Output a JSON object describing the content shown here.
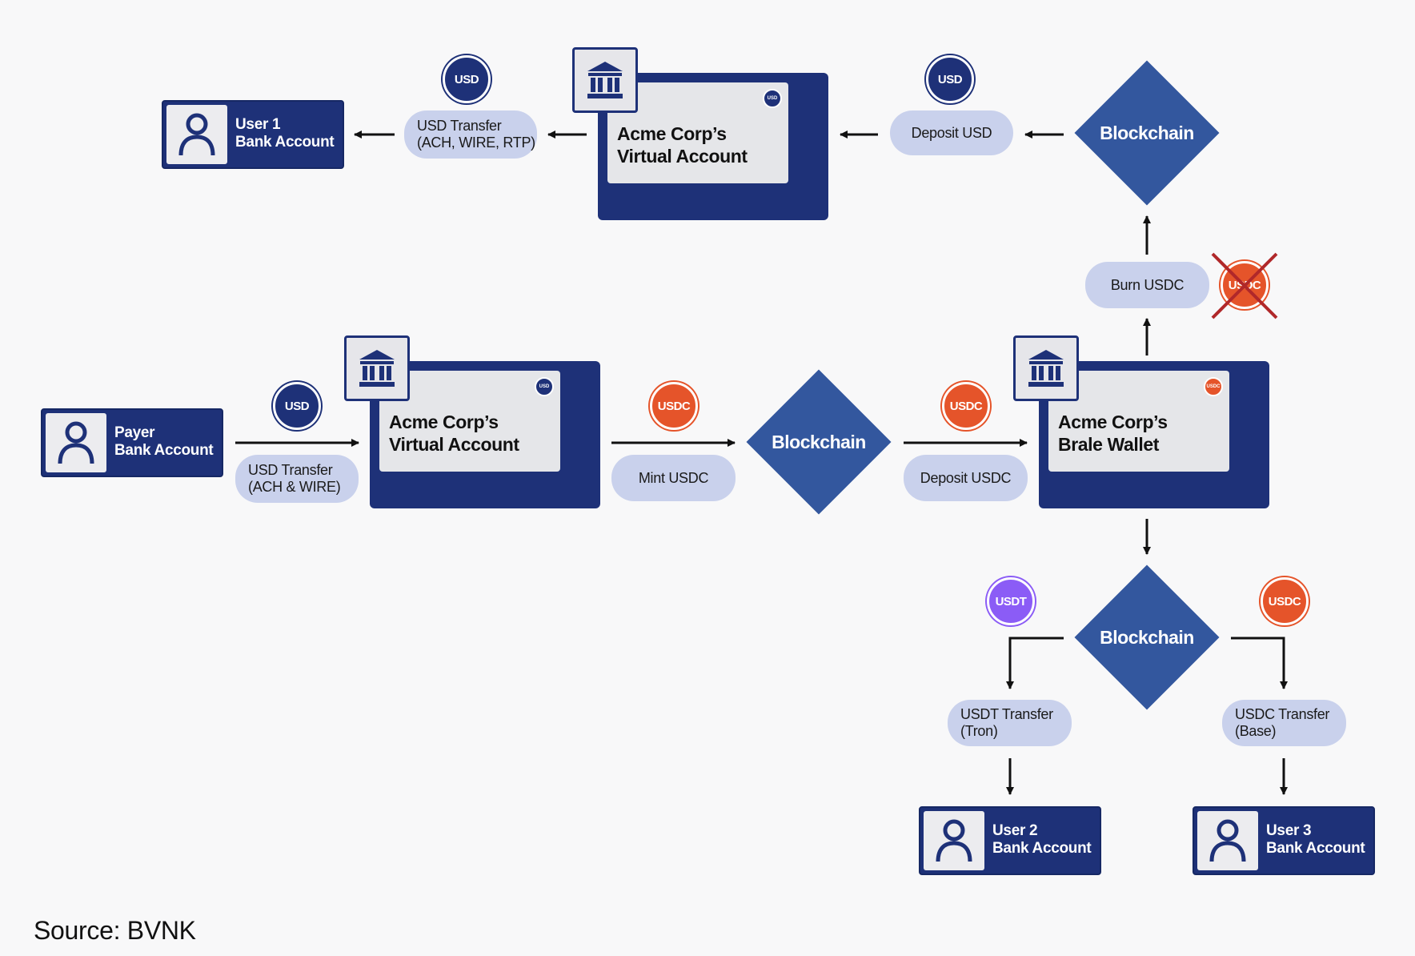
{
  "nodes": {
    "user1": {
      "line1": "User 1",
      "line2": "Bank Account"
    },
    "payer": {
      "line1": "Payer",
      "line2": "Bank Account"
    },
    "user2": {
      "line1": "User 2",
      "line2": "Bank Account"
    },
    "user3": {
      "line1": "User 3",
      "line2": "Bank Account"
    },
    "va_top": {
      "line1": "Acme Corp’s",
      "line2": "Virtual Account",
      "coin": "USD"
    },
    "va_mid": {
      "line1": "Acme Corp’s",
      "line2": "Virtual Account",
      "coin": "USD"
    },
    "wallet": {
      "line1": "Acme Corp’s",
      "line2": "Brale Wallet",
      "coin": "USDC"
    },
    "blockchain_top": "Blockchain",
    "blockchain_mid": "Blockchain",
    "blockchain_bottom": "Blockchain"
  },
  "steps": {
    "usd_transfer_out": {
      "line1": "USD Transfer",
      "line2": "(ACH, WIRE, RTP)"
    },
    "deposit_usd": "Deposit USD",
    "burn_usdc": "Burn USDC",
    "usd_transfer_in": {
      "line1": "USD Transfer",
      "line2": "(ACH & WIRE)"
    },
    "mint_usdc": "Mint USDC",
    "deposit_usdc": "Deposit USDC",
    "usdt_transfer": {
      "line1": "USDT Transfer",
      "line2": "(Tron)"
    },
    "usdc_transfer": {
      "line1": "USDC Transfer",
      "line2": "(Base)"
    }
  },
  "coins": {
    "usd_top_left": "USD",
    "usd_top_right": "USD",
    "usd_mid": "USD",
    "usdc_mint": "USDC",
    "usdc_deposit": "USDC",
    "usdc_burned": "USDC",
    "usdt_out": "USDT",
    "usdc_out": "USDC"
  },
  "colors": {
    "navy": "#1e3178",
    "blockchain": "#33579e",
    "pill": "#c9d1ec",
    "usdc": "#e5542a",
    "usdt": "#8b5cf6",
    "burn_cross": "#b0282a"
  },
  "icons": [
    "person-icon",
    "bank-building-icon",
    "burn-cross-icon"
  ],
  "source": "Source: BVNK"
}
